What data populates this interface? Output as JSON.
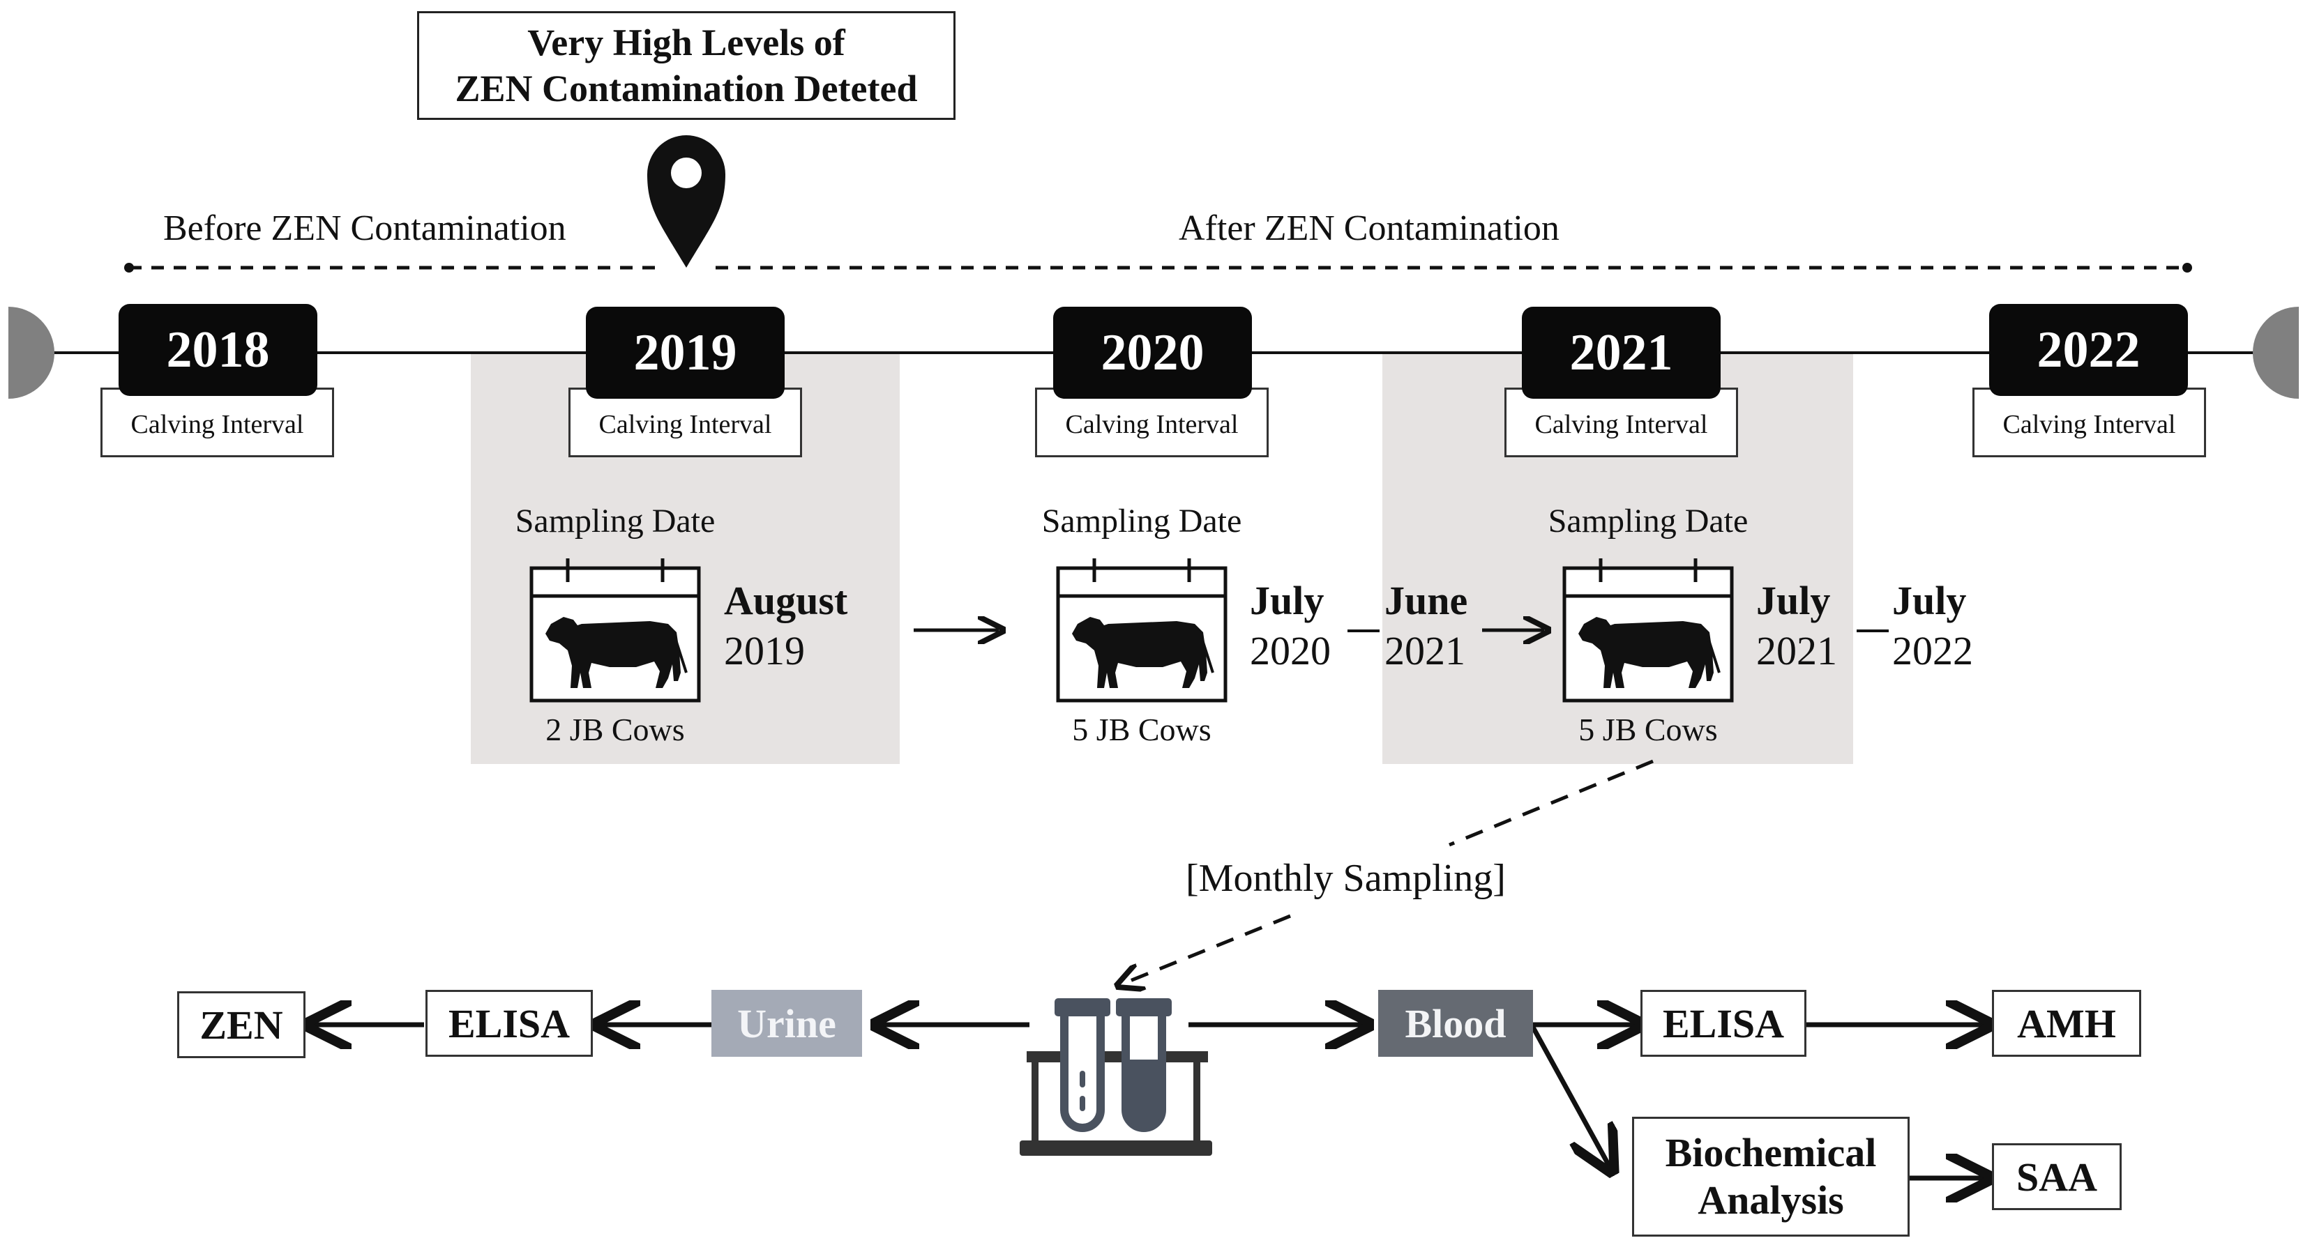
{
  "title": {
    "line1": "Very High Levels of",
    "line2": "ZEN Contamination Deteted"
  },
  "periods": {
    "before": "Before ZEN Contamination",
    "after": "After ZEN Contamination"
  },
  "timeline": [
    {
      "year": "2018",
      "interval": "Calving Interval"
    },
    {
      "year": "2019",
      "interval": "Calving Interval"
    },
    {
      "year": "2020",
      "interval": "Calving Interval"
    },
    {
      "year": "2021",
      "interval": "Calving Interval"
    },
    {
      "year": "2022",
      "interval": "Calving Interval"
    }
  ],
  "sampling": [
    {
      "label": "Sampling Date",
      "cows": "2 JB Cows",
      "start_month": "August",
      "start_year": "2019",
      "end_month": "",
      "end_year": ""
    },
    {
      "label": "Sampling Date",
      "cows": "5 JB Cows",
      "start_month": "July",
      "start_year": "2020",
      "end_month": "June",
      "end_year": "2021"
    },
    {
      "label": "Sampling Date",
      "cows": "5 JB Cows",
      "start_month": "July",
      "start_year": "2021",
      "end_month": "July",
      "end_year": "2022"
    }
  ],
  "monthly_label": "[Monthly Sampling]",
  "flow": {
    "zen": "ZEN",
    "elisa_left": "ELISA",
    "urine": "Urine",
    "blood": "Blood",
    "elisa_right": "ELISA",
    "amh": "AMH",
    "bio_line1": "Biochemical",
    "bio_line2": "Analysis",
    "saa": "SAA"
  },
  "colors": {
    "year_badge": "#0a0a0a",
    "shade": "#e6e3e2",
    "urine": "#a4aab6",
    "blood": "#656a72",
    "tube": "#4a525f"
  },
  "icons": [
    "location-pin-icon",
    "calendar-cow-icon",
    "test-tubes-icon"
  ]
}
